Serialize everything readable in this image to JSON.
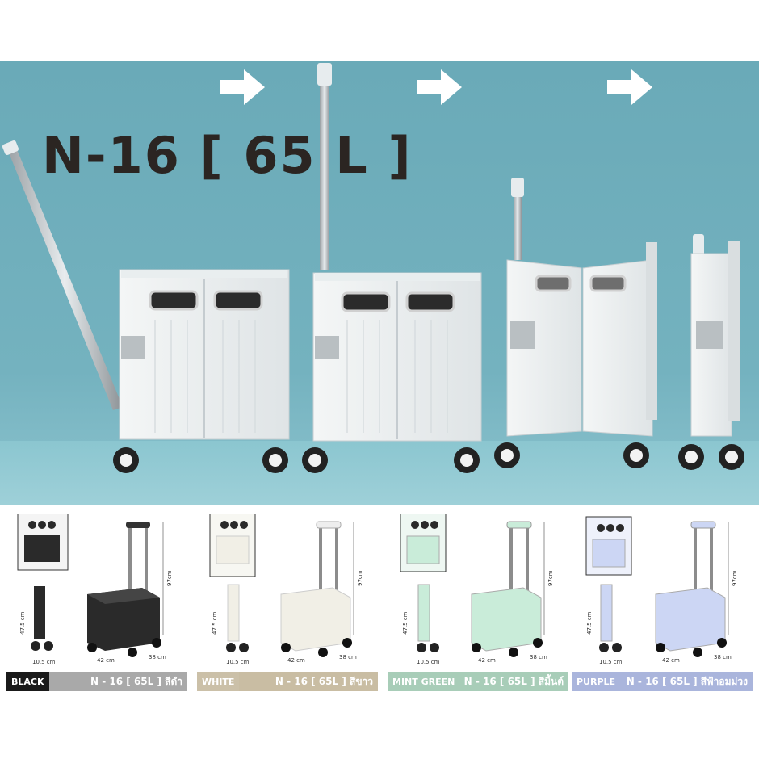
{
  "hero": {
    "title": "N-16 [ 65 L ]",
    "background": "#6aaab8",
    "arrow_icon": "right-arrow-icon"
  },
  "variants": [
    {
      "color_name": "BLACK",
      "model_label": "N - 16 [ 65L ] สีดำ",
      "body_color": "#2a2a2a",
      "label_bg": "#1a1a1a",
      "label_text": "#ffffff",
      "model_bg": "#a9a9a9",
      "height": "47.5 cm",
      "depth": "10.5 cm",
      "width": "42 cm",
      "length": "38 cm",
      "handle": "97cm"
    },
    {
      "color_name": "WHITE",
      "model_label": "N - 16 [ 65L ] สีขาว",
      "body_color": "#f1efe6",
      "label_bg": "#cbc0a8",
      "label_text": "#ffffff",
      "model_bg": "#c9bda3",
      "height": "47.5 cm",
      "depth": "10.5 cm",
      "width": "42 cm",
      "length": "38 cm",
      "handle": "97cm"
    },
    {
      "color_name": "MINT GREEN",
      "model_label": "N - 16 [ 65L ] สีมิ้นต์",
      "body_color": "#c9ecd9",
      "label_bg": "#a8cdb8",
      "label_text": "#ffffff",
      "model_bg": "#a8cdb8",
      "height": "47.5 cm",
      "depth": "10.5 cm",
      "width": "42 cm",
      "length": "38 cm",
      "handle": "97cm"
    },
    {
      "color_name": "PURPLE",
      "model_label": "N - 16 [ 65L ] สีฟ้าอมม่วง",
      "body_color": "#ccd6f4",
      "label_bg": "#aab5dc",
      "label_text": "#ffffff",
      "model_bg": "#aab5dc",
      "height": "47.5 cm",
      "depth": "10.5 cm",
      "width": "42 cm",
      "length": "38 cm",
      "handle": "97cm"
    }
  ]
}
